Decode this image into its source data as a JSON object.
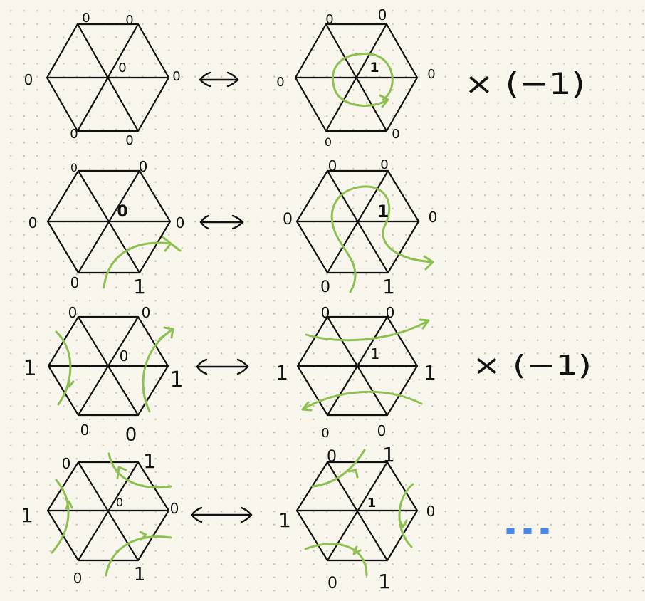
{
  "rows": [
    {
      "left": {
        "center": "0",
        "top_left": "0",
        "top_right": "0",
        "right": "0",
        "bottom_right": "0",
        "bottom_left": "0",
        "left": "0"
      },
      "right": {
        "center": "1",
        "top_left": "0",
        "top_right": "0",
        "right": "0",
        "bottom_right": "0",
        "bottom_left": "0",
        "left": "0"
      },
      "factor": "× (−1)"
    },
    {
      "left": {
        "center": "0",
        "top_left": "0",
        "top_right": "0",
        "right": "0",
        "bottom_right": "1",
        "bottom_left": "0",
        "left": "0"
      },
      "right": {
        "center": "1",
        "top_left": "0",
        "top_right": "0",
        "right": "0",
        "bottom_right": "1",
        "bottom_left": "0",
        "left": "0"
      },
      "factor": ""
    },
    {
      "left": {
        "center": "0",
        "top_left": "0",
        "top_right": "0",
        "right": "1",
        "bottom_right": "0",
        "bottom_left": "0",
        "left": "1"
      },
      "right": {
        "center": "1",
        "top_left": "0",
        "top_right": "0",
        "right": "1",
        "bottom_right": "0",
        "bottom_left": "0",
        "left": "1"
      },
      "factor": "× (−1)"
    },
    {
      "left": {
        "center": "0",
        "top_left": "0",
        "top_right": "1",
        "right": "0",
        "bottom_right": "1",
        "bottom_left": "0",
        "left": "1"
      },
      "right": {
        "center": "1",
        "top_left": "0",
        "top_right": "1",
        "right": "0",
        "bottom_right": "1",
        "bottom_left": "0",
        "left": "1"
      },
      "factor": ""
    }
  ],
  "continuation": "...",
  "colors": {
    "ink": "#111111",
    "curve": "#8cc152",
    "dots": "#4a86e8",
    "paper": "#f8f6ec"
  }
}
